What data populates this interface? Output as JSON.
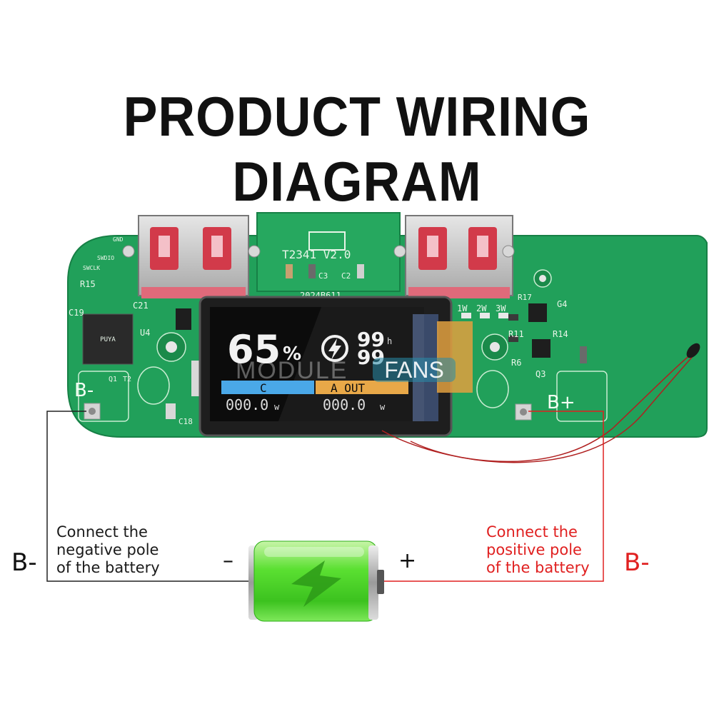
{
  "title": "PRODUCT WIRING DIAGRAM",
  "board": {
    "model": "T2341  V2.0",
    "date": "2024B611",
    "pad_negative": "B-",
    "pad_positive": "B+",
    "silk_labels": [
      "C21",
      "C19",
      "U4",
      "R15",
      "C18",
      "Q1",
      "T2",
      "C3",
      "C2",
      "R17",
      "G4",
      "R11",
      "R14",
      "R6",
      "Q3",
      "1W",
      "2W",
      "3W",
      "GND",
      "SWDIO",
      "SWCLK"
    ]
  },
  "display": {
    "percent": "65",
    "percent_unit": "%",
    "hours_top": "99",
    "hours_unit": "h",
    "hours_bottom": "99",
    "input_label": "C",
    "output_label": "A   OUT",
    "input_power": "000.0",
    "output_power": "000.0",
    "power_unit": "w"
  },
  "watermark": {
    "left": "MODULE",
    "right": "FANS"
  },
  "wiring": {
    "left_note": [
      "Connect the",
      "negative pole",
      "of the battery"
    ],
    "right_note": [
      "Connect the",
      "positive pole",
      "of the battery"
    ],
    "left_pole": "B-",
    "right_pole": "B-",
    "battery_minus": "–",
    "battery_plus": "+"
  },
  "colors": {
    "pcb": "#21a05a",
    "negative_wire": "#222222",
    "positive_wire": "#e02020",
    "battery_green": "#4fdc2e",
    "lcd_blue": "#4aa8e8",
    "lcd_orange": "#e8a848"
  }
}
